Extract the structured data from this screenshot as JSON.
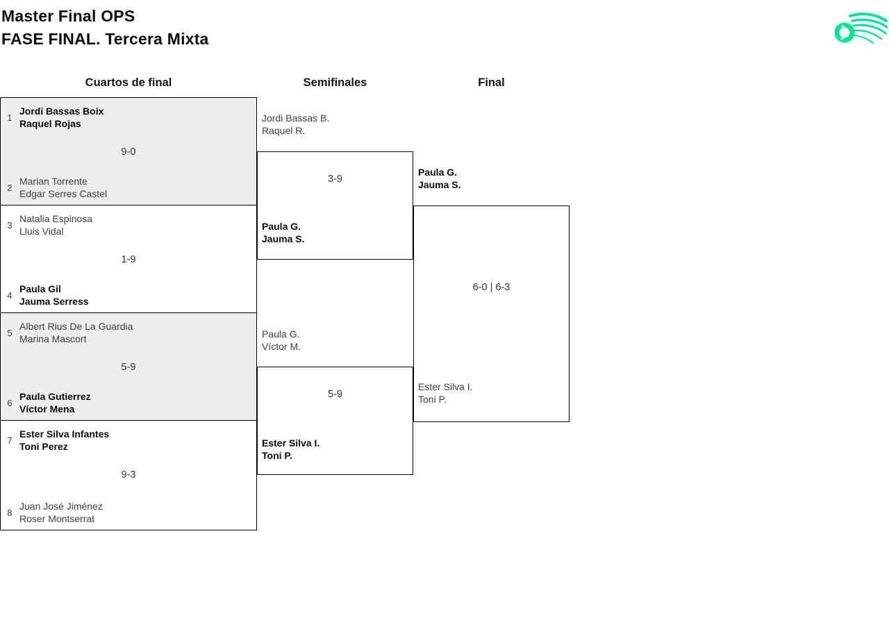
{
  "header": {
    "title_line1": "Master Final OPS",
    "title_line2": "FASE FINAL. Tercera Mixta"
  },
  "logo": {
    "icon": "tennis-ball-swoosh",
    "color": "#00E591"
  },
  "columns": {
    "quarterfinals_label": "Cuartos de final",
    "semifinals_label": "Semifinales",
    "final_label": "Final"
  },
  "quarterfinals": [
    {
      "top_seed": "1",
      "top_name1": "Jordi Bassas Boix",
      "top_name2": "Raquel Rojas",
      "top_winner": true,
      "score": "9-0",
      "bottom_seed": "2",
      "bottom_name1": "Marian Torrente",
      "bottom_name2": "Edgar Serres Castel",
      "bottom_winner": false
    },
    {
      "top_seed": "3",
      "top_name1": "Natalia Espinosa",
      "top_name2": "Lluis Vidal",
      "top_winner": false,
      "score": "1-9",
      "bottom_seed": "4",
      "bottom_name1": "Paula Gil",
      "bottom_name2": "Jauma Serress",
      "bottom_winner": true
    },
    {
      "top_seed": "5",
      "top_name1": "Albert Rius De La Guardia",
      "top_name2": "Marina Mascort",
      "top_winner": false,
      "score": "5-9",
      "bottom_seed": "6",
      "bottom_name1": "Paula Gutierrez",
      "bottom_name2": "Víctor Mena",
      "bottom_winner": true
    },
    {
      "top_seed": "7",
      "top_name1": "Ester Silva Infantes",
      "top_name2": "Toni Perez",
      "top_winner": true,
      "score": "9-3",
      "bottom_seed": "8",
      "bottom_name1": "Juan José Jiménez",
      "bottom_name2": "Roser Montserrat",
      "bottom_winner": false
    }
  ],
  "semifinals": [
    {
      "top_name1": "Jordi Bassas B.",
      "top_name2": "Raquel R.",
      "top_winner": false,
      "score": "3-9",
      "bottom_name1": "Paula G.",
      "bottom_name2": "Jauma S.",
      "bottom_winner": true
    },
    {
      "top_name1": "Paula G.",
      "top_name2": "Víctor M.",
      "top_winner": false,
      "score": "5-9",
      "bottom_name1": "Ester Silva I.",
      "bottom_name2": "Toni P.",
      "bottom_winner": true
    }
  ],
  "final": {
    "top_name1": "Paula G.",
    "top_name2": "Jauma S.",
    "top_winner": true,
    "score": "6-0 | 6-3",
    "bottom_name1": "Ester Silva I.",
    "bottom_name2": "Toni P.",
    "bottom_winner": false
  }
}
